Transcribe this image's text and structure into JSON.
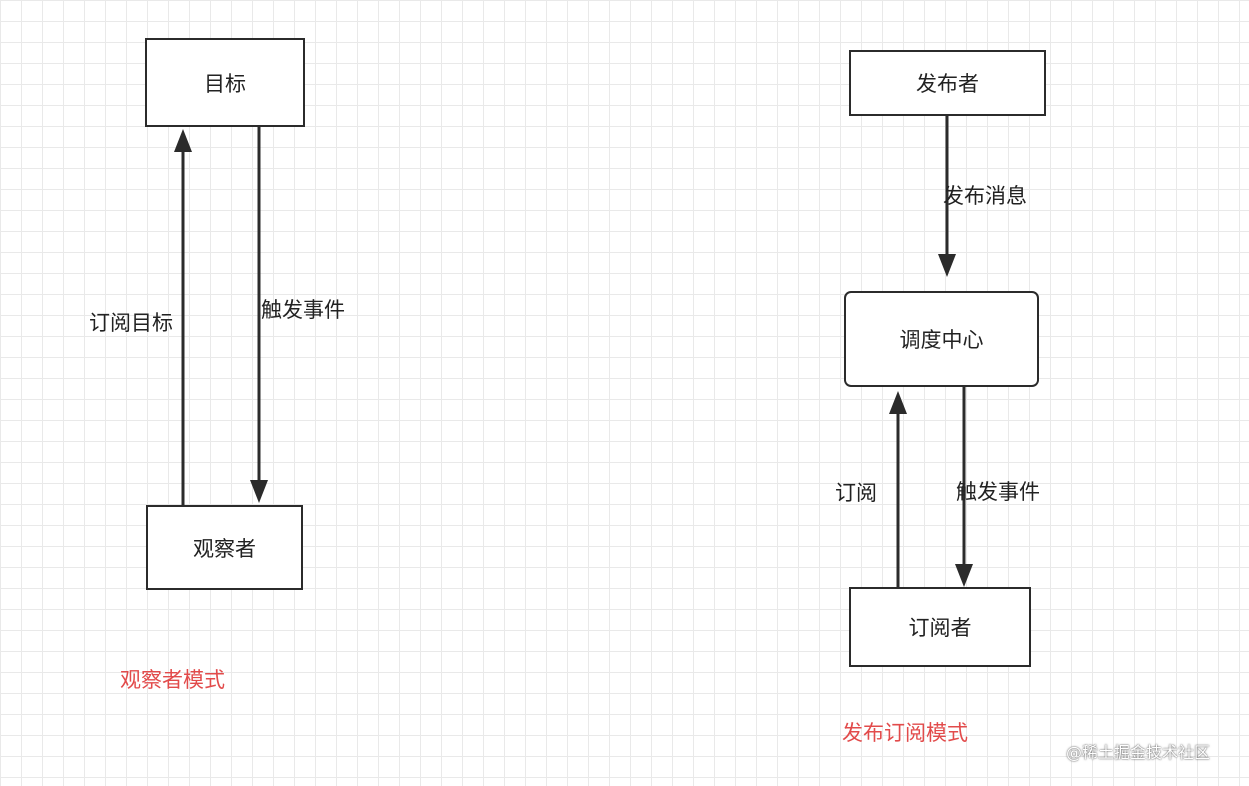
{
  "observer": {
    "target_label": "目标",
    "observer_label": "观察者",
    "subscribe_label": "订阅目标",
    "trigger_label": "触发事件",
    "caption": "观察者模式"
  },
  "pubsub": {
    "publisher_label": "发布者",
    "publish_label": "发布消息",
    "center_label": "调度中心",
    "subscribe_label": "订阅",
    "trigger_label": "触发事件",
    "subscriber_label": "订阅者",
    "caption": "发布订阅模式"
  },
  "watermark": "@稀土掘金技术社区",
  "colors": {
    "stroke": "#2b2b2b",
    "caption": "#e24b4b",
    "grid": "#e9e9e9"
  }
}
